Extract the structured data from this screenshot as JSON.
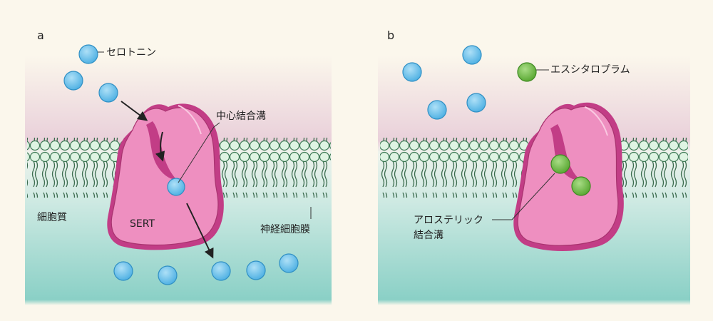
{
  "panel_a": {
    "label": "a",
    "serotonin": "セロトニン",
    "central_site": "中心結合溝",
    "protein": "SERT",
    "cytoplasm": "細胞質",
    "membrane": "神経細胞膜"
  },
  "panel_b": {
    "label": "b",
    "escitalopram": "エスシタロプラム",
    "allosteric_line1": "アロステリック",
    "allosteric_line2": "結合溝"
  },
  "colors": {
    "serotonin": "#5bb8e8",
    "escitalopram": "#6ab83e",
    "protein": "#ee8fc0",
    "protein_dark": "#c23d86",
    "membrane_head": "#d7f1dc",
    "extracellular": "#ecd9e0",
    "intracellular": "#9fd9cf"
  }
}
